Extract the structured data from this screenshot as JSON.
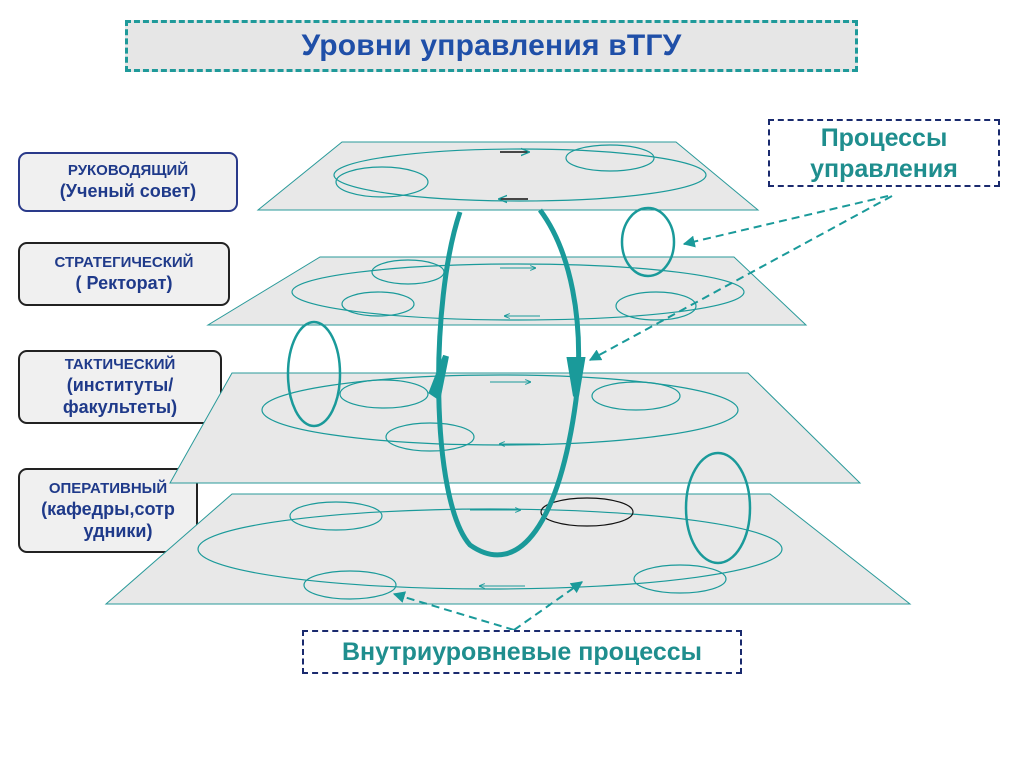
{
  "title": "Уровни управления вТГУ",
  "callouts": {
    "management_processes": [
      "Процессы",
      "управления"
    ],
    "intra_level_processes": "Внутриуровневые  процессы"
  },
  "levels": [
    {
      "name": "РУКОВОДЯЩИЙ",
      "body": "(Ученый совет)"
    },
    {
      "name": "СТРАТЕГИЧЕСКИЙ",
      "body": "( Ректорат)"
    },
    {
      "name": "ТАКТИЧЕСКИЙ",
      "body": [
        "(институты/",
        "факультеты)"
      ]
    },
    {
      "name": "ОПЕРАТИВНЫЙ",
      "body": [
        "(кафедры,сотр",
        "удники)"
      ]
    }
  ],
  "colors": {
    "plane_fill": "#e8e8e8",
    "teal": "#1a9a9a",
    "title_text": "#1f4fa8",
    "level_text": "#1f3a8a",
    "note_border": "#1a2a6e"
  }
}
